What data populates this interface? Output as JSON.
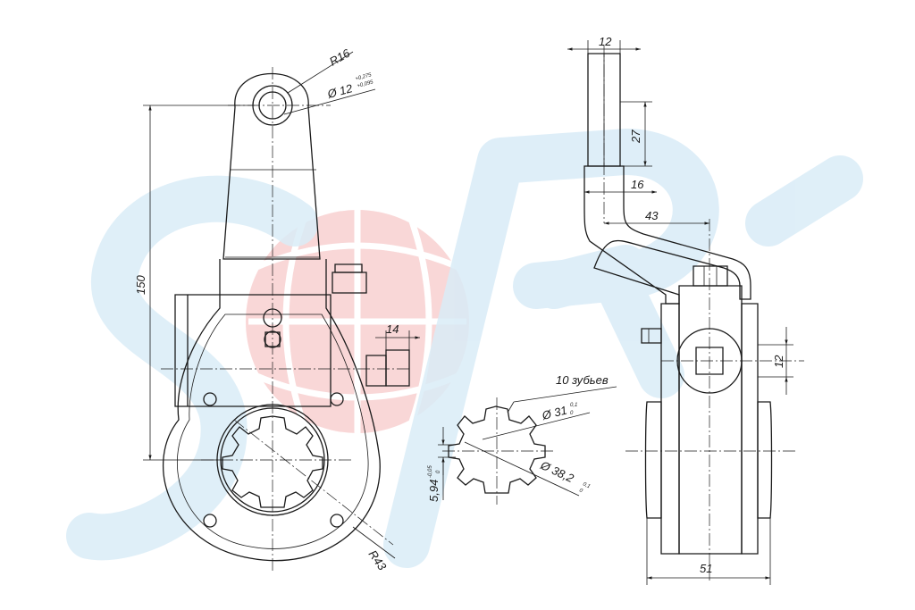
{
  "watermark": {
    "letters": "SRL",
    "letter_color": "#d9ecf7",
    "globe_color": "#f7c9c9"
  },
  "dimensions": {
    "radius_top": "R16",
    "hole_diameter": "Ø 12",
    "hole_tolerance_upper": "+0,275",
    "hole_tolerance_lower": "+0,095",
    "overall_height": "150",
    "fitting_width": "14",
    "radius_body": "R43",
    "teeth_note": "10 зубьев",
    "spline_inner": "Ø 31",
    "spline_inner_tol_upper": "0,1",
    "spline_inner_tol_lower": "0",
    "spline_outer": "Ø 38,2",
    "spline_outer_tol_upper": "0,1",
    "spline_outer_tol_lower": "0",
    "tooth_width": "5,94",
    "tooth_width_tol_upper": "-0,05",
    "tooth_width_tol_lower": "0",
    "arm_width": "12",
    "arm_length": "27",
    "arm_thickness": "16",
    "arm_offset": "43",
    "worm_size": "12",
    "body_width": "51"
  },
  "line_color": "#1a1a1a"
}
